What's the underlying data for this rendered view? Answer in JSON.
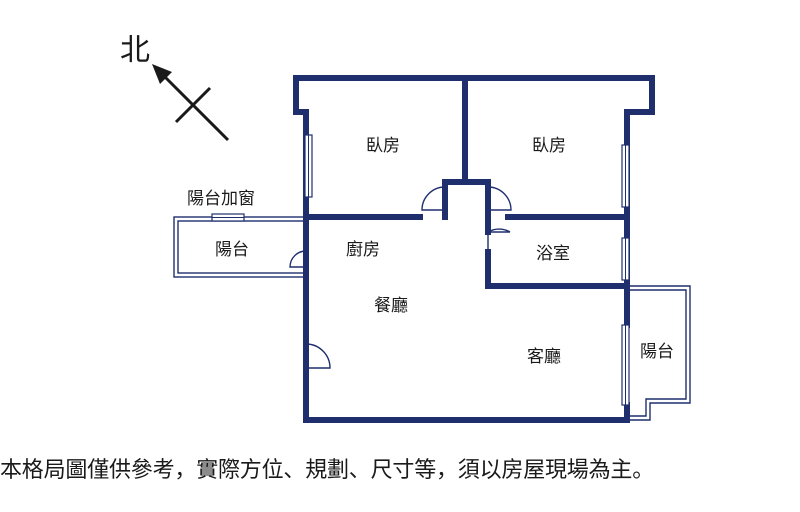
{
  "compass": {
    "label": "北"
  },
  "rooms": {
    "bedroom_left": "臥房",
    "bedroom_right": "臥房",
    "balcony_window_label": "陽台加窗",
    "balcony_left": "陽台",
    "kitchen": "廚房",
    "bathroom": "浴室",
    "dining": "餐廳",
    "living": "客廳",
    "balcony_right": "陽台"
  },
  "disclaimer": "本格局圖僅供參考，實際方位、規劃、尺寸等，須以房屋現場為主。",
  "colors": {
    "wall": "#1f2f6e",
    "text": "#1a1a1a",
    "background": "#ffffff"
  }
}
